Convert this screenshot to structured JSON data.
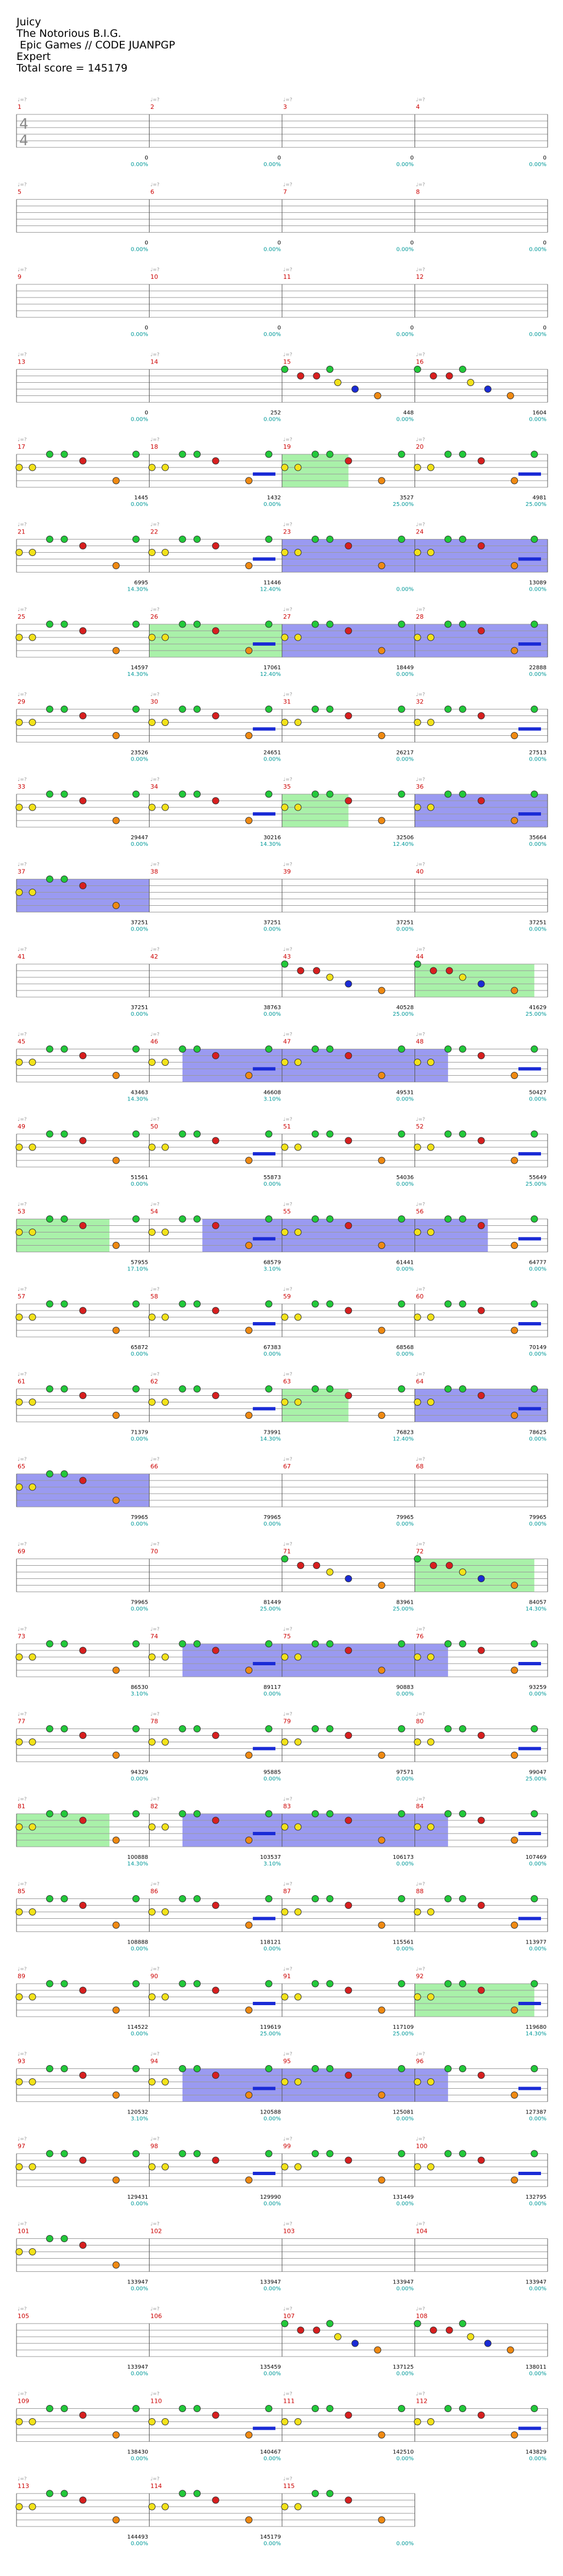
{
  "header": {
    "song_title": "Juicy",
    "artist": "The Notorious B.I.G.",
    "album": " Epic Games // CODE JUANPGP",
    "difficulty": "Expert",
    "total_score": "Total score = 145179"
  },
  "colors": {
    "green": "#22c93a",
    "red": "#d81f1f",
    "yellow": "#f2e21a",
    "blue": "#1a2bd6",
    "orange": "#f08a12",
    "sp_phrase": "#9aee9a",
    "sp_active": "#8888ee",
    "measure_number": "#cc0000",
    "score_label": "#000000",
    "percent_label": "#009999",
    "string_line": "#9a9a9a",
    "bpm_marker": "#999999"
  },
  "icons": {
    "note": "circle-gem",
    "star_note": "star-gem",
    "bpm_marker": "quarter-note-glyph",
    "sustain": "blue-bar"
  },
  "time_signature": {
    "top": "4",
    "bottom": "4"
  },
  "labels": {
    "bpm_marker": "♩=?",
    "bottom_scores": [
      "0",
      "0",
      "0",
      "0",
      "0",
      "0",
      "0",
      "0",
      "0",
      "0",
      "0",
      "0",
      "0",
      "252",
      "448",
      "1604",
      "1445",
      "1432",
      "3527",
      "4981",
      "6995",
      "11446",
      "",
      "13089",
      "14597",
      "17061",
      "18449",
      "22888",
      "23526",
      "24651",
      "26217",
      "27513",
      "29447",
      "30216",
      "32506",
      "35664",
      "37251",
      "37251",
      "37251",
      "37251",
      "37251",
      "38763",
      "40528",
      "41629",
      "43463",
      "46608",
      "49531",
      "50427",
      "51561",
      "55873",
      "54036",
      "55649",
      "57955",
      "68579",
      "61441",
      "64777",
      "65872",
      "67383",
      "68568",
      "70149",
      "71379",
      "73991",
      "76823",
      "78625",
      "79965",
      "79965",
      "79965",
      "79965",
      "79965",
      "81449",
      "83961",
      "84057",
      "86530",
      "89117",
      "90883",
      "93259",
      "94329",
      "95885",
      "97571",
      "99047",
      "100888",
      "103537",
      "106173",
      "107469",
      "108888",
      "118121",
      "115561",
      "113977",
      "114522",
      "119619",
      "117109",
      "119680",
      "120532",
      "120588",
      "125081",
      "127387",
      "129431",
      "129990",
      "131449",
      "132795",
      "133947",
      "133947",
      "133947",
      "133947",
      "133947",
      "135459",
      "137125",
      "138011",
      "138430",
      "140467",
      "142510",
      "143829",
      "144493",
      "145179"
    ],
    "bottom_percents": [
      "0.00%",
      "0.00%",
      "0.00%",
      "0.00%",
      "0.00%",
      "0.00%",
      "0.00%",
      "0.00%",
      "0.00%",
      "0.00%",
      "0.00%",
      "0.00%",
      "0.00%",
      "0.00%",
      "0.00%",
      "0.00%",
      "0.00%",
      "0.00%",
      "25.00%",
      "25.00%",
      "14.30%",
      "12.40%",
      "0.00%",
      "0.00%",
      "14.30%",
      "12.40%",
      "0.00%",
      "0.00%",
      "0.00%",
      "0.00%",
      "0.00%",
      "0.00%",
      "0.00%",
      "14.30%",
      "12.40%",
      "0.00%",
      "0.00%",
      "0.00%",
      "0.00%",
      "0.00%",
      "0.00%",
      "0.00%",
      "25.00%",
      "25.00%",
      "14.30%",
      "3.10%",
      "0.00%",
      "0.00%",
      "0.00%",
      "0.00%",
      "0.00%",
      "25.00%",
      "17.10%",
      "3.10%",
      "0.00%",
      "0.00%",
      "0.00%",
      "0.00%",
      "0.00%",
      "0.00%",
      "0.00%",
      "14.30%",
      "12.40%",
      "0.00%",
      "0.00%",
      "0.00%",
      "0.00%",
      "0.00%",
      "0.00%",
      "25.00%",
      "25.00%",
      "14.30%",
      "3.10%",
      "0.00%",
      "0.00%",
      "0.00%",
      "0.00%",
      "0.00%",
      "0.00%",
      "25.00%",
      "14.30%",
      "3.10%",
      "0.00%",
      "0.00%",
      "0.00%",
      "0.00%",
      "0.00%",
      "0.00%",
      "0.00%",
      "25.00%",
      "25.00%",
      "14.30%",
      "3.10%",
      "0.00%",
      "0.00%",
      "0.00%",
      "0.00%",
      "0.00%",
      "0.00%",
      "0.00%",
      "0.00%",
      "0.00%",
      "0.00%",
      "0.00%",
      "0.00%",
      "0.00%",
      "0.00%",
      "0.00%",
      "0.00%",
      "0.00%",
      "0.00%",
      "0.00%",
      "0.00%",
      "0.00%",
      "0.00%"
    ]
  },
  "rows": [
    {
      "measures": [
        1,
        2,
        3,
        4
      ],
      "pattern": "empty",
      "with_ts": true
    },
    {
      "measures": [
        5,
        6,
        7,
        8
      ],
      "pattern": "empty"
    },
    {
      "measures": [
        9,
        10,
        11,
        12
      ],
      "pattern": "empty"
    },
    {
      "measures": [
        13,
        14,
        15,
        16
      ],
      "pattern": "intro"
    },
    {
      "measures": [
        17,
        18,
        19,
        20
      ],
      "pattern": "verse",
      "sp": [
        [
          2,
          2.5,
          "phrase"
        ]
      ]
    },
    {
      "measures": [
        21,
        22,
        23,
        24
      ],
      "pattern": "verse",
      "sp": [
        [
          2,
          4,
          "active"
        ]
      ]
    },
    {
      "measures": [
        25,
        26,
        27,
        28
      ],
      "pattern": "verse",
      "sp": [
        [
          1,
          2,
          "phrase"
        ],
        [
          2,
          4,
          "active"
        ]
      ]
    },
    {
      "measures": [
        29,
        30,
        31,
        32
      ],
      "pattern": "verse"
    },
    {
      "measures": [
        33,
        34,
        35,
        36
      ],
      "pattern": "verse",
      "sp": [
        [
          2,
          2.5,
          "phrase"
        ],
        [
          3,
          4,
          "active"
        ]
      ]
    },
    {
      "measures": [
        37,
        38,
        39,
        40
      ],
      "pattern": "tail",
      "sp": [
        [
          0,
          1,
          "active"
        ]
      ]
    },
    {
      "measures": [
        41,
        42,
        43,
        44
      ],
      "pattern": "intro2",
      "sp": [
        [
          3,
          3.9,
          "phrase"
        ]
      ]
    },
    {
      "measures": [
        45,
        46,
        47,
        48
      ],
      "pattern": "verse",
      "sp": [
        [
          1.25,
          3.25,
          "active"
        ]
      ]
    },
    {
      "measures": [
        49,
        50,
        51,
        52
      ],
      "pattern": "verse"
    },
    {
      "measures": [
        53,
        54,
        55,
        56
      ],
      "pattern": "verse",
      "sp": [
        [
          0,
          0.7,
          "phrase"
        ],
        [
          1.4,
          3.55,
          "active"
        ]
      ]
    },
    {
      "measures": [
        57,
        58,
        59,
        60
      ],
      "pattern": "verse"
    },
    {
      "measures": [
        61,
        62,
        63,
        64
      ],
      "pattern": "verse",
      "sp": [
        [
          2,
          2.5,
          "phrase"
        ],
        [
          3,
          4,
          "active"
        ]
      ]
    },
    {
      "measures": [
        65,
        66,
        67,
        68
      ],
      "pattern": "tail",
      "sp": [
        [
          0,
          1,
          "active"
        ]
      ]
    },
    {
      "measures": [
        69,
        70,
        71,
        72
      ],
      "pattern": "intro2",
      "sp": [
        [
          3,
          3.9,
          "phrase"
        ]
      ]
    },
    {
      "measures": [
        73,
        74,
        75,
        76
      ],
      "pattern": "verse",
      "sp": [
        [
          1.25,
          3.25,
          "active"
        ]
      ]
    },
    {
      "measures": [
        77,
        78,
        79,
        80
      ],
      "pattern": "verse"
    },
    {
      "measures": [
        81,
        82,
        83,
        84
      ],
      "pattern": "verse",
      "sp": [
        [
          0,
          0.7,
          "phrase"
        ],
        [
          1.25,
          3.25,
          "active"
        ]
      ]
    },
    {
      "measures": [
        85,
        86,
        87,
        88
      ],
      "pattern": "verse"
    },
    {
      "measures": [
        89,
        90,
        91,
        92
      ],
      "pattern": "verse",
      "sp": [
        [
          3,
          3.9,
          "phrase"
        ]
      ]
    },
    {
      "measures": [
        93,
        94,
        95,
        96
      ],
      "pattern": "verse",
      "sp": [
        [
          1.25,
          3.25,
          "active"
        ]
      ]
    },
    {
      "measures": [
        97,
        98,
        99,
        100
      ],
      "pattern": "verse"
    },
    {
      "measures": [
        101,
        102,
        103,
        104
      ],
      "pattern": "tail"
    },
    {
      "measures": [
        105,
        106,
        107,
        108
      ],
      "pattern": "intro"
    },
    {
      "measures": [
        109,
        110,
        111,
        112
      ],
      "pattern": "verse"
    },
    {
      "measures": [
        113,
        114,
        115
      ],
      "pattern": "outro"
    }
  ]
}
